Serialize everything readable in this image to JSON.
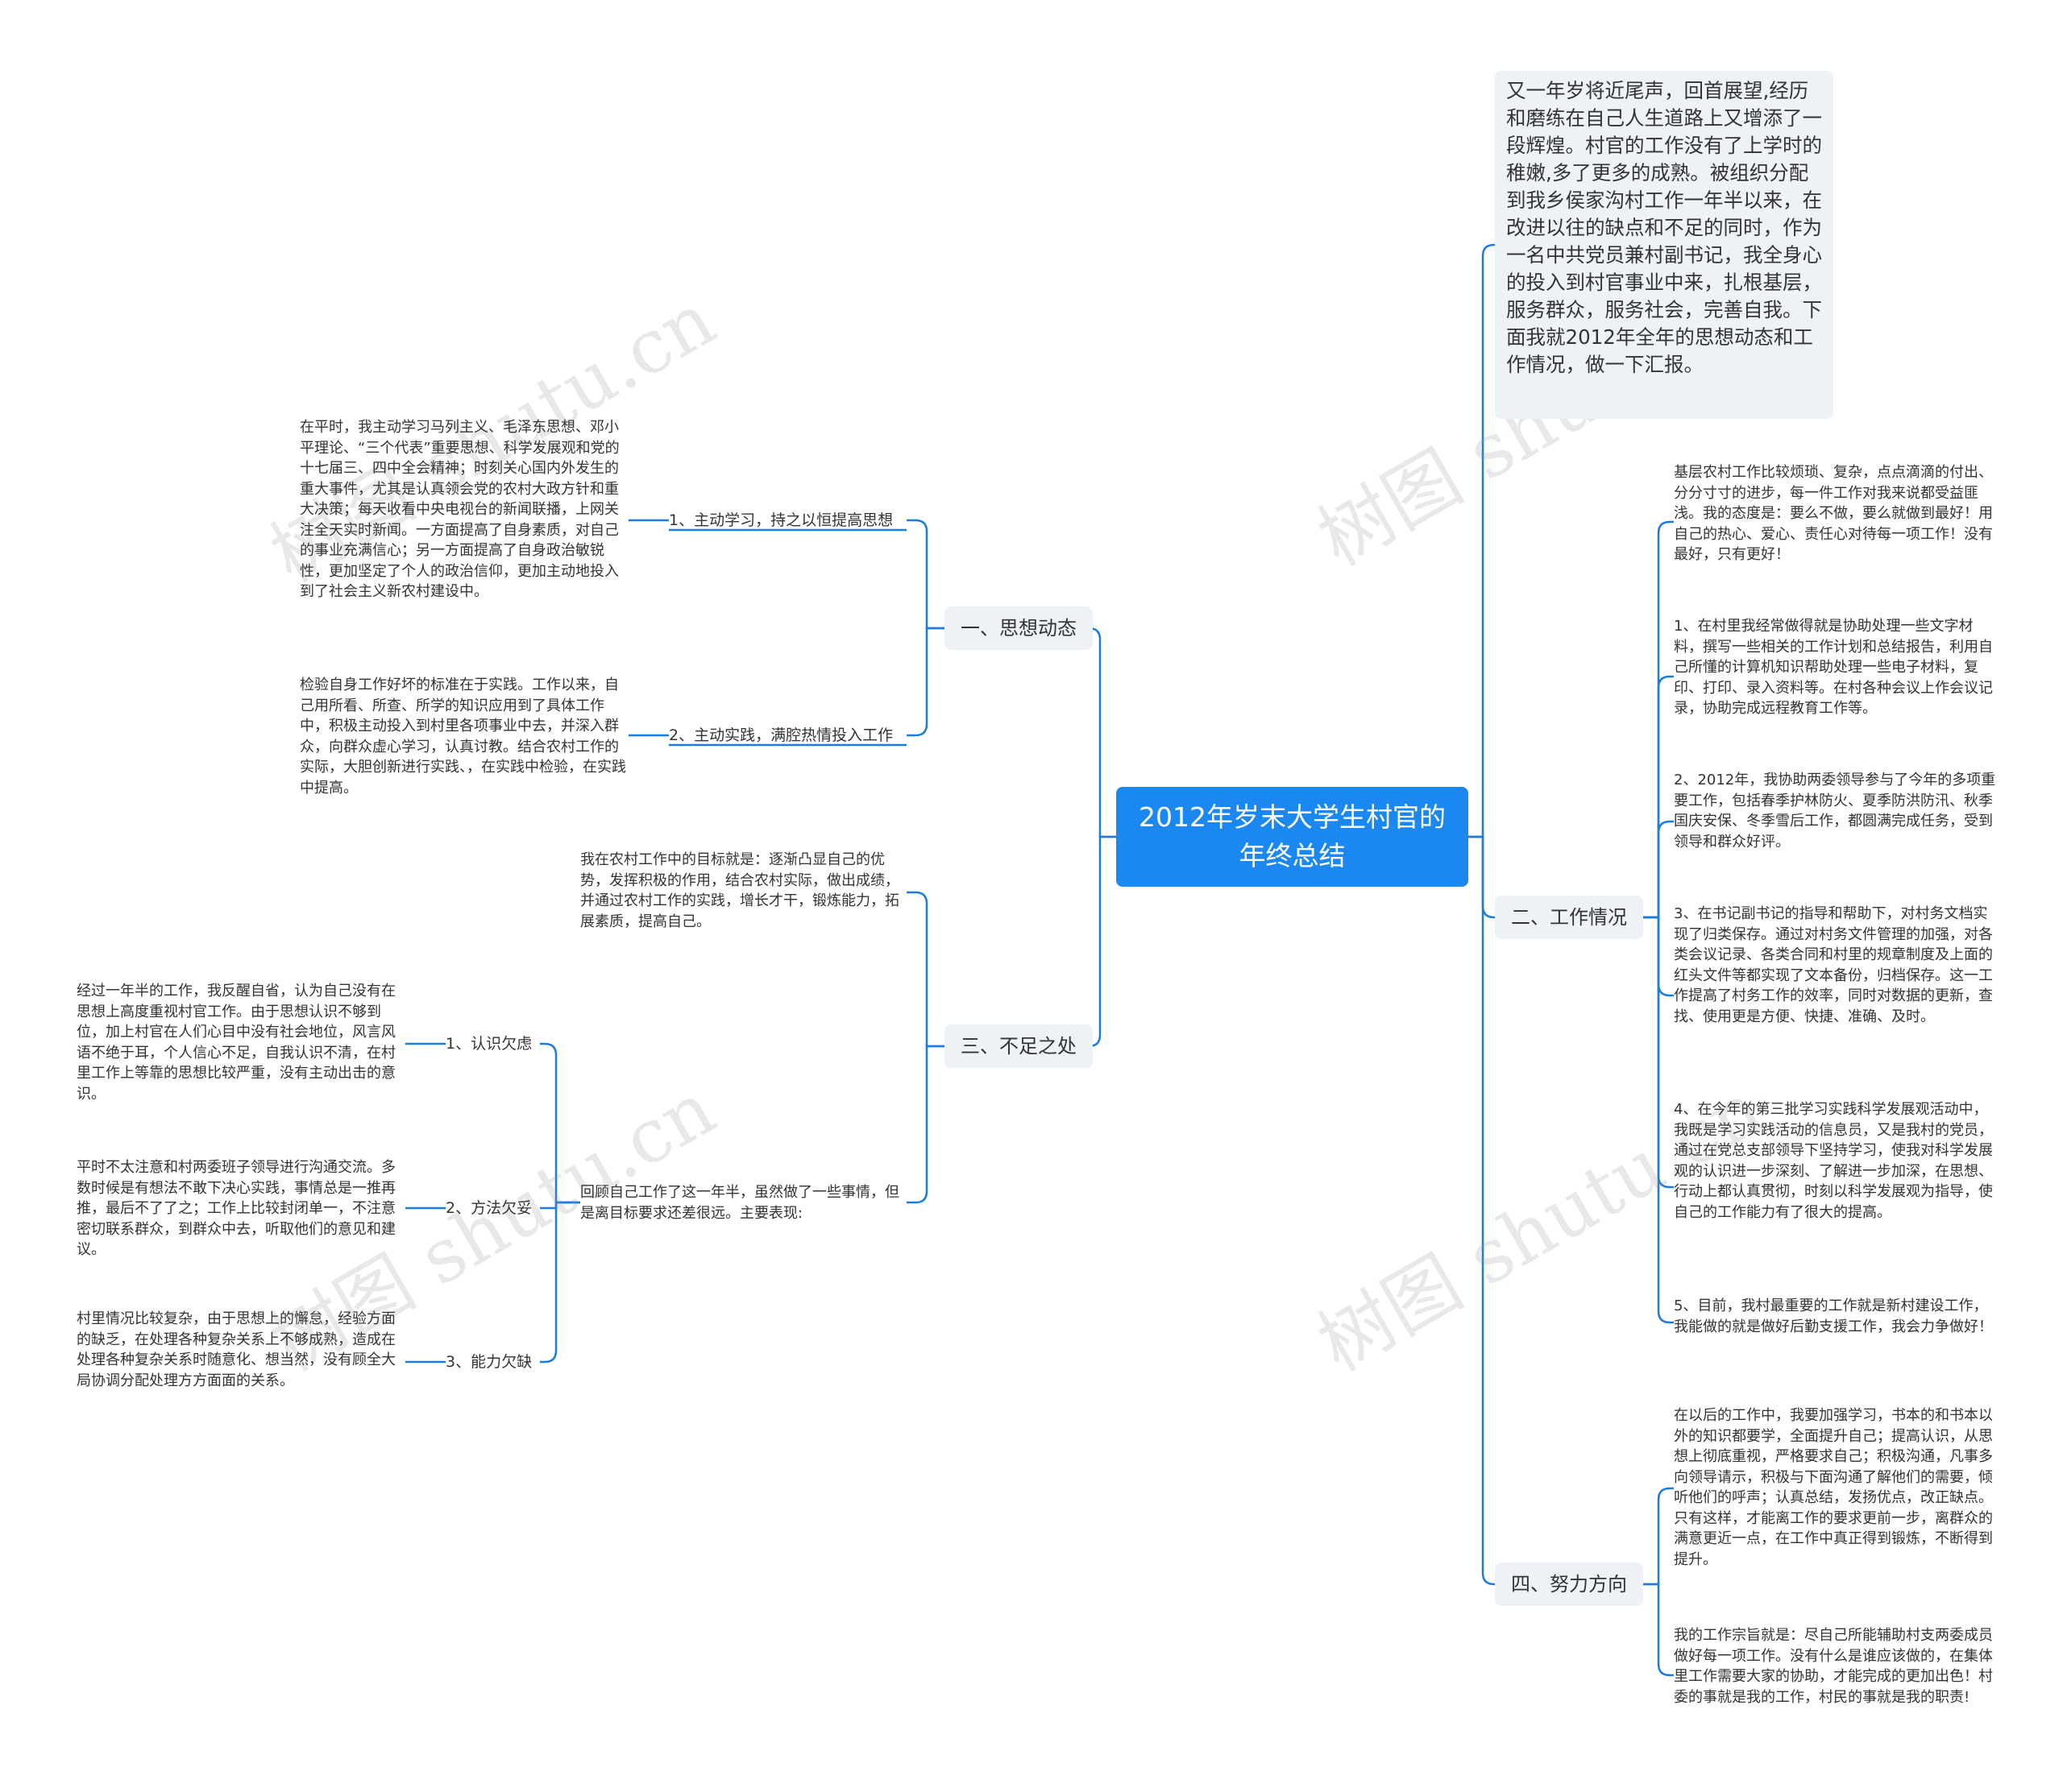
{
  "root": {
    "label": "2012年岁末大学生村官的年终总结"
  },
  "intro": {
    "text": "又一年岁将近尾声，回首展望,经历和磨练在自己人生道路上又增添了一段辉煌。村官的工作没有了上学时的稚嫩,多了更多的成熟。被组织分配到我乡侯家沟村工作一年半以来，在改进以往的缺点和不足的同时，作为一名中共党员兼村副书记，我全身心的投入到村官事业中来，扎根基层，服务群众，服务社会，完善自我。下面我就2012年全年的思想动态和工作情况，做一下汇报。"
  },
  "branches": {
    "thought": {
      "label": "一、思想动态",
      "items": [
        {
          "label": "1、主动学习，持之以恒提高思想",
          "text": "在平时，我主动学习马列主义、毛泽东思想、邓小平理论、“三个代表”重要思想、科学发展观和党的十七届三、四中全会精神；时刻关心国内外发生的重大事件，尤其是认真领会党的农村大政方针和重大决策；每天收看中央电视台的新闻联播，上网关注全天实时新闻。一方面提高了自身素质，对自己的事业充满信心；另一方面提高了自身政治敏锐性，更加坚定了个人的政治信仰，更加主动地投入到了社会主义新农村建设中。"
        },
        {
          "label": "2、主动实践，满腔热情投入工作",
          "text": "检验自身工作好坏的标准在于实践。工作以来，自己用所看、所查、所学的知识应用到了具体工作中，积极主动投入到村里各项事业中去，并深入群众，向群众虚心学习，认真讨教。结合农村工作的实际，大胆创新进行实践、，在实践中检验，在实践中提高。"
        }
      ]
    },
    "shortage": {
      "label": "三、不足之处",
      "goal": "我在农村工作中的目标就是：逐渐凸显自己的优势，发挥积极的作用，结合农村实际，做出成绩，并通过农村工作的实践，增长才干，锻炼能力，拓展素质，提高自己。",
      "review": "回顾自己工作了这一年半，虽然做了一些事情，但是离目标要求还差很远。主要表现:",
      "items": [
        {
          "label": "1、认识欠虑",
          "text": "经过一年半的工作，我反醒自省，认为自己没有在思想上高度重视村官工作。由于思想认识不够到位，加上村官在人们心目中没有社会地位，风言风语不绝于耳，个人信心不足，自我认识不清，在村里工作上等靠的思想比较严重，没有主动出击的意识。"
        },
        {
          "label": "2、方法欠妥",
          "text": "平时不太注意和村两委班子领导进行沟通交流。多数时候是有想法不敢下决心实践，事情总是一推再推，最后不了了之；工作上比较封闭单一，不注意密切联系群众，到群众中去，听取他们的意见和建议。"
        },
        {
          "label": "3、能力欠缺",
          "text": "村里情况比较复杂，由于思想上的懈怠，经验方面的缺乏，在处理各种复杂关系上不够成熟，造成在处理各种复杂关系时随意化、想当然，没有顾全大局协调分配处理方方面面的关系。"
        }
      ]
    },
    "work": {
      "label": "二、工作情况",
      "items": [
        "基层农村工作比较烦琐、复杂，点点滴滴的付出、分分寸寸的进步，每一件工作对我来说都受益匪浅。我的态度是：要么不做，要么就做到最好！用自己的热心、爱心、责任心对待每一项工作！没有最好，只有更好！",
        "1、在村里我经常做得就是协助处理一些文字材料，撰写一些相关的工作计划和总结报告，利用自己所懂的计算机知识帮助处理一些电子材料，复印、打印、录入资料等。在村各种会议上作会议记录，协助完成远程教育工作等。",
        "2、2012年，我协助两委领导参与了今年的多项重要工作，包括春季护林防火、夏季防洪防汛、秋季国庆安保、冬季雪后工作，都圆满完成任务，受到领导和群众好评。",
        "3、在书记副书记的指导和帮助下，对村务文档实现了归类保存。通过对村务文件管理的加强，对各类会议记录、各类合同和村里的规章制度及上面的红头文件等都实现了文本备份，归档保存。这一工作提高了村务工作的效率，同时对数据的更新，查找、使用更是方便、快捷、准确、及时。",
        "4、在今年的第三批学习实践科学发展观活动中，我既是学习实践活动的信息员，又是我村的党员，通过在党总支部领导下坚持学习，使我对科学发展观的认识进一步深刻、了解进一步加深，在思想、行动上都认真贯彻，时刻以科学发展观为指导，使自己的工作能力有了很大的提高。",
        "5、目前，我村最重要的工作就是新村建设工作，我能做的就是做好后勤支援工作，我会力争做好！"
      ]
    },
    "effort": {
      "label": "四、努力方向",
      "items": [
        "在以后的工作中，我要加强学习，书本的和书本以外的知识都要学，全面提升自己；提高认识，从思想上彻底重视，严格要求自己；积极沟通，凡事多向领导请示，积极与下面沟通了解他们的需要，倾听他们的呼声；认真总结，发扬优点，改正缺点。只有这样，才能离工作的要求更前一步，离群众的满意更近一点，在工作中真正得到锻炼，不断得到提升。",
        "我的工作宗旨就是：尽自己所能辅助村支两委成员做好每一项工作。没有什么是谁应该做的，在集体里工作需要大家的协助，才能完成的更加出色！村委的事就是我的工作，村民的事就是我的职责!"
      ]
    }
  },
  "watermark": {
    "text": "树图 shutu.cn"
  },
  "colors": {
    "root_bg": "#1a88f0",
    "edge": "#1a7be0",
    "branch_bg": "#eef1f5"
  }
}
